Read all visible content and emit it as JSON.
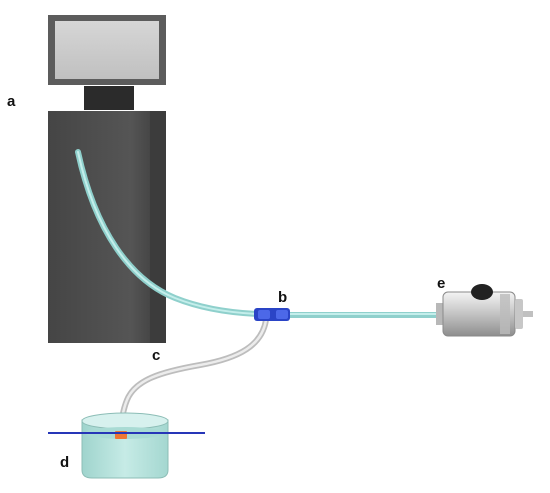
{
  "labels": {
    "a": "a",
    "b": "b",
    "c": "c",
    "d": "d",
    "e": "e"
  },
  "colors": {
    "instrument_body": "#4d4d4d",
    "monitor_frame": "#5a5a5a",
    "monitor_screen": "#cfcfcf",
    "tube_light": "#aee3e0",
    "tube_dark": "#7cc3bf",
    "connector": "#2e47c9",
    "sample_tube": "#d9d9d9",
    "container": "#b9e2dc",
    "liquid_level_line": "#2636b8",
    "sample_marker": "#ee7733",
    "pump_body": "#c8c8c8",
    "pump_knob": "#222222"
  }
}
